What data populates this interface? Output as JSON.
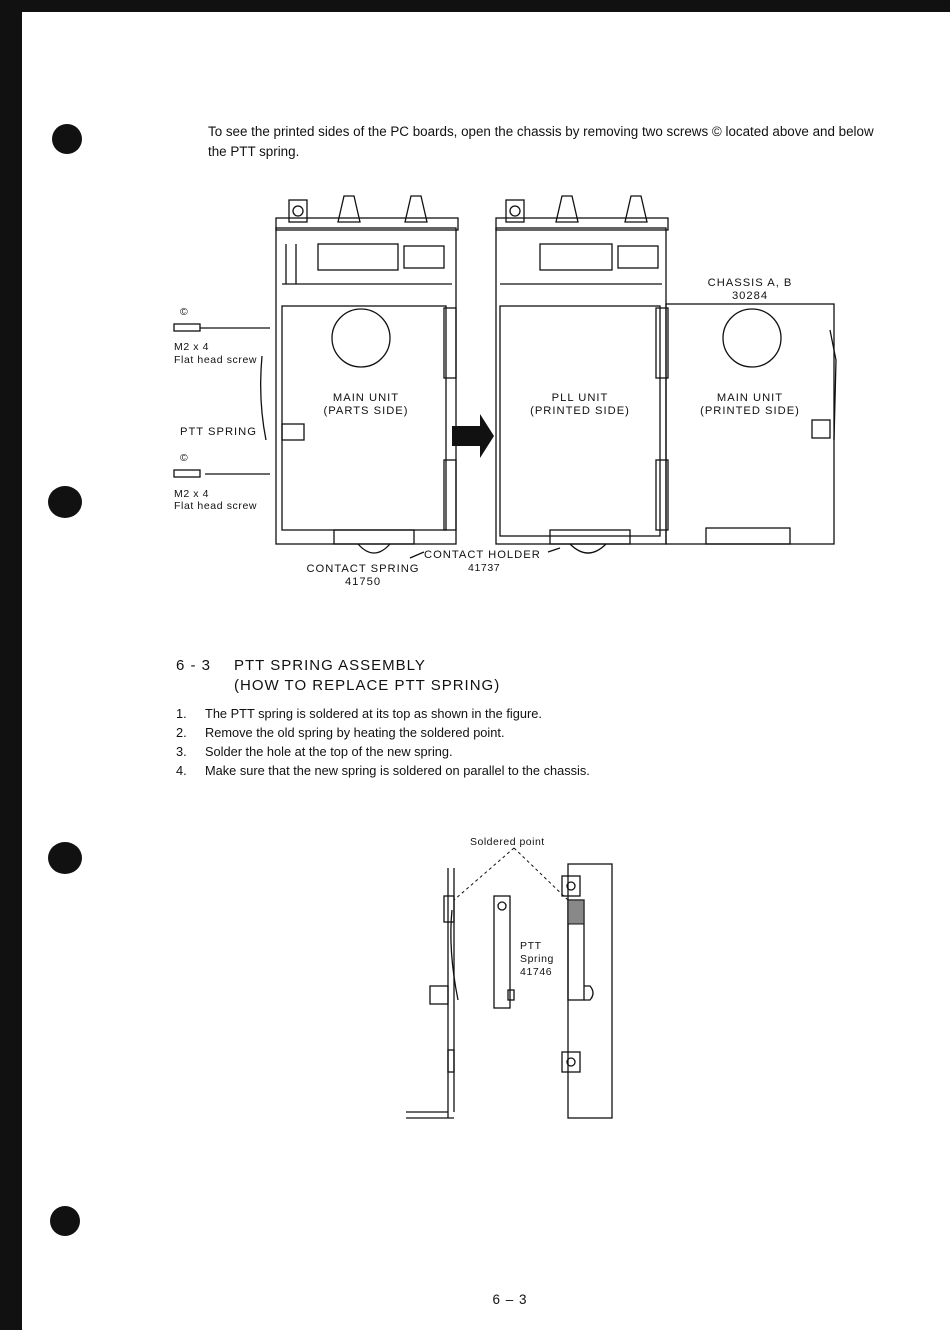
{
  "intro": "To see the printed sides of the PC boards, open the chassis by removing two screws © located above and below the PTT spring.",
  "figure1": {
    "screw_mark_top": "©",
    "screw_size_top": "M2 x 4",
    "screw_type_top": "Flat head screw",
    "ptt_spring": "PTT SPRING",
    "screw_mark_bottom": "©",
    "screw_size_bottom": "M2 x 4",
    "screw_type_bottom": "Flat head screw",
    "main_unit_parts_line1": "MAIN UNIT",
    "main_unit_parts_line2": "(PARTS SIDE)",
    "pll_unit_line1": "PLL UNIT",
    "pll_unit_line2": "(PRINTED SIDE)",
    "main_unit_printed_line1": "MAIN UNIT",
    "main_unit_printed_line2": "(PRINTED SIDE)",
    "chassis_label": "CHASSIS A, B",
    "chassis_number": "30284",
    "contact_holder": "CONTACT HOLDER",
    "contact_holder_number": "41737",
    "contact_spring": "CONTACT SPRING",
    "contact_spring_number": "41750"
  },
  "section": {
    "number": "6 - 3",
    "title_line1": "PTT SPRING ASSEMBLY",
    "title_line2": "(HOW TO REPLACE PTT SPRING)"
  },
  "steps": [
    {
      "n": "1.",
      "text": "The PTT spring is soldered at its top as shown in the figure."
    },
    {
      "n": "2.",
      "text": "Remove the old spring by heating the soldered point."
    },
    {
      "n": "3.",
      "text": "Solder the hole at the top of the new spring."
    },
    {
      "n": "4.",
      "text": "Make sure that the new spring is soldered on parallel to the chassis."
    }
  ],
  "figure2": {
    "soldered_point": "Soldered point",
    "ptt_line1": "PTT",
    "ptt_line2": "Spring",
    "ptt_number": "41746"
  },
  "page_number": "6 – 3"
}
